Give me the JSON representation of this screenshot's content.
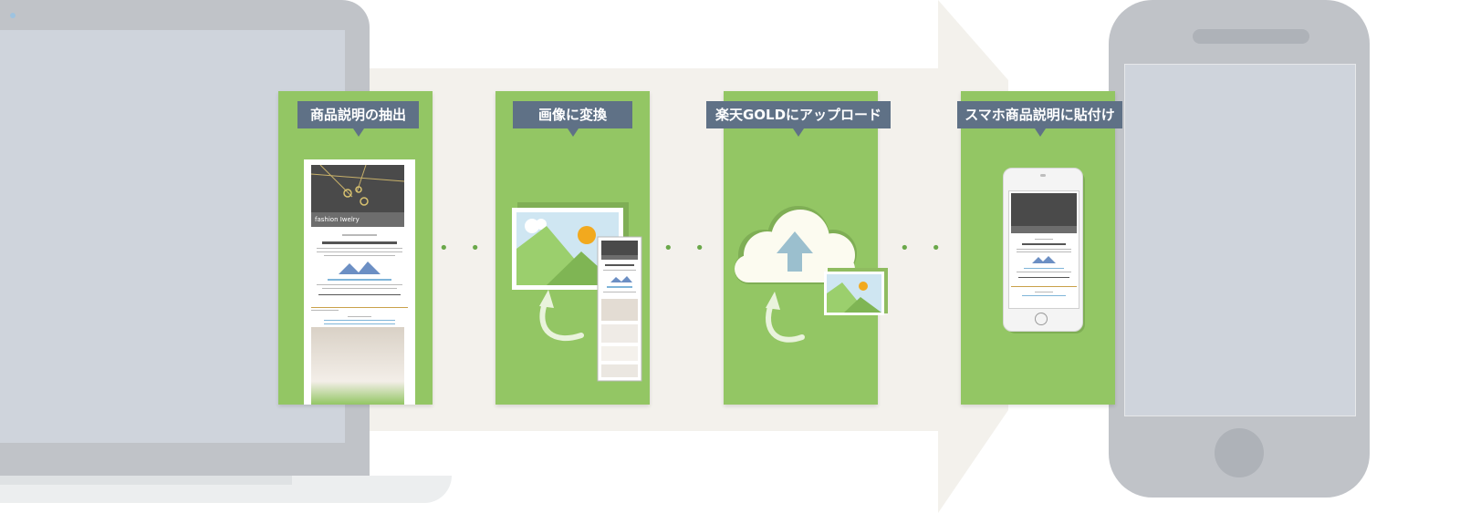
{
  "steps": [
    {
      "label": "商品説明の抽出"
    },
    {
      "label": "画像に変換"
    },
    {
      "label": "楽天GOLDにアップロード"
    },
    {
      "label": "スマホ商品説明に貼付け"
    }
  ],
  "doc_banner": "fashion  Iwelry",
  "connectors": [
    "• • • •",
    "• • • •",
    "• • • •"
  ],
  "colors": {
    "panel": "#93c664",
    "label_bg": "#5f7186",
    "device": "#c0c3c8",
    "screen": "#cfd4dc",
    "arrow": "#f3f1ec"
  }
}
